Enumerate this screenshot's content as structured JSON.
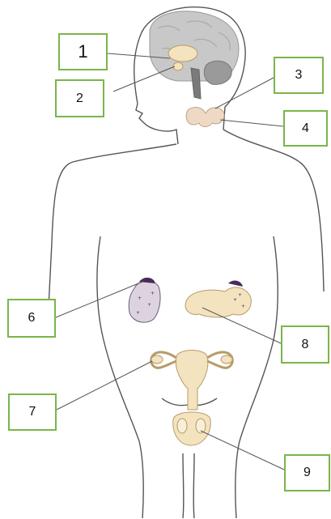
{
  "diagram": {
    "labels": [
      {
        "id": "1",
        "text": "1"
      },
      {
        "id": "2",
        "text": "2"
      },
      {
        "id": "3",
        "text": "3"
      },
      {
        "id": "4",
        "text": "4"
      },
      {
        "id": "6",
        "text": "6"
      },
      {
        "id": "7",
        "text": "7"
      },
      {
        "id": "8",
        "text": "8"
      },
      {
        "id": "9",
        "text": "9"
      }
    ],
    "colors": {
      "box_border": "#7ab648",
      "outline": "#555555",
      "brain_gray": "#c8c8c8",
      "gland_fill": "#f3e3bf",
      "adrenal_purple": "#4b2a5a",
      "thyroid_fill": "#f0d9c4"
    }
  }
}
